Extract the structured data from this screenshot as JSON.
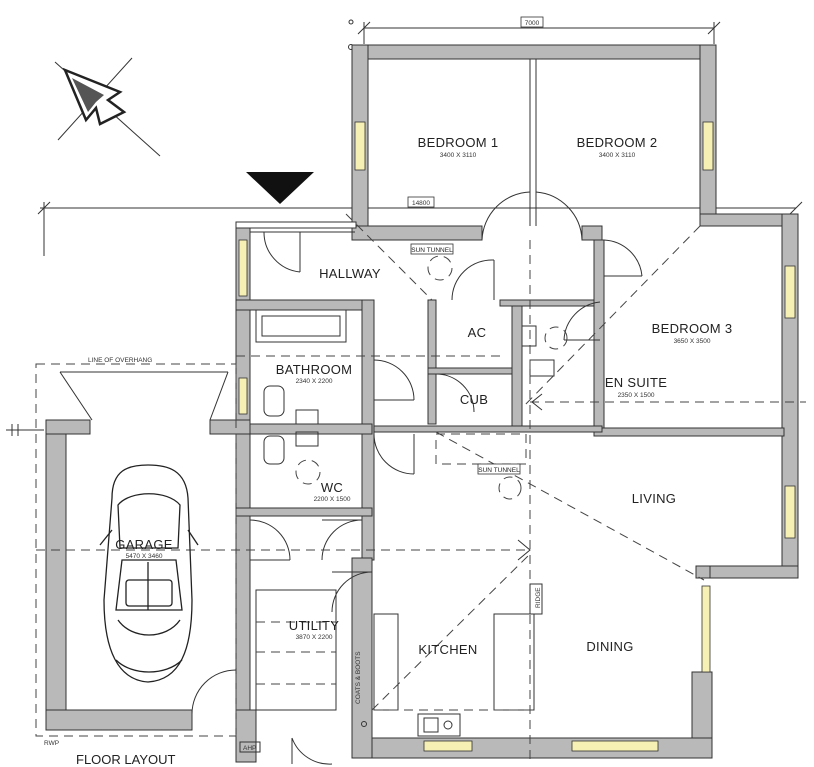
{
  "drawing": {
    "title": "FLOOR LAYOUT",
    "dims": {
      "top_width": "7000",
      "overall_width": "14800"
    },
    "labels": {
      "line_of_overhang": "LINE OF OVERHANG",
      "rwp": "RWP",
      "ahp": "AHP",
      "coats_boots": "COATS & BOOTS",
      "ridge": "RIDGE"
    },
    "sun_tunnels": [
      "SUN TUNNEL",
      "SUN TUNNEL"
    ]
  },
  "rooms": [
    {
      "id": "bedroom1",
      "name": "BEDROOM 1",
      "size": "3400 X 3110"
    },
    {
      "id": "bedroom2",
      "name": "BEDROOM 2",
      "size": "3400 X 3110"
    },
    {
      "id": "hallway",
      "name": "HALLWAY",
      "size": ""
    },
    {
      "id": "bedroom3",
      "name": "BEDROOM 3",
      "size": "3650 X 3500"
    },
    {
      "id": "ac",
      "name": "AC",
      "size": ""
    },
    {
      "id": "bathroom",
      "name": "BATHROOM",
      "size": "2340 X 2200"
    },
    {
      "id": "cub",
      "name": "CUB",
      "size": ""
    },
    {
      "id": "ensuite",
      "name": "EN SUITE",
      "size": "2350 X 1500"
    },
    {
      "id": "wc",
      "name": "WC",
      "size": "2200 X 1500"
    },
    {
      "id": "living",
      "name": "LIVING",
      "size": ""
    },
    {
      "id": "garage",
      "name": "GARAGE",
      "size": "5470 X 3460"
    },
    {
      "id": "utility",
      "name": "UTILITY",
      "size": "3870 X 2200"
    },
    {
      "id": "kitchen",
      "name": "KITCHEN",
      "size": ""
    },
    {
      "id": "dining",
      "name": "DINING",
      "size": ""
    }
  ]
}
